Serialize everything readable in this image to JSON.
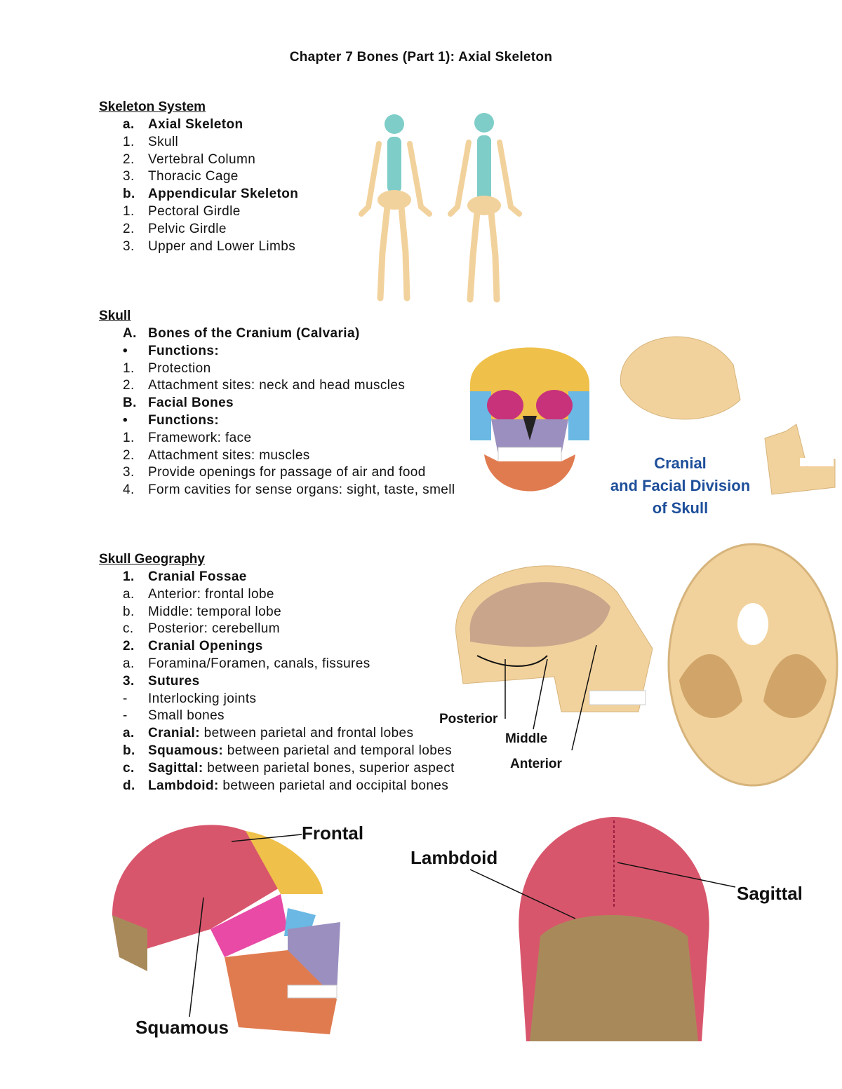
{
  "title": "Chapter 7 Bones (Part 1): Axial Skeleton",
  "sections": {
    "skeleton_system": {
      "heading": "Skeleton System",
      "items": [
        {
          "marker": "a.",
          "text": "Axial Skeleton",
          "bold": true
        },
        {
          "marker": "1.",
          "text": "Skull"
        },
        {
          "marker": "2.",
          "text": "Vertebral Column"
        },
        {
          "marker": "3.",
          "text": "Thoracic Cage"
        },
        {
          "marker": "b.",
          "text": "Appendicular Skeleton",
          "bold": true
        },
        {
          "marker": "1.",
          "text": "Pectoral Girdle"
        },
        {
          "marker": "2.",
          "text": "Pelvic Girdle"
        },
        {
          "marker": "3.",
          "text": "Upper and Lower Limbs"
        }
      ]
    },
    "skull": {
      "heading": "Skull",
      "items": [
        {
          "marker": "A.",
          "text": "Bones of the Cranium (Calvaria)",
          "bold": true
        },
        {
          "marker": "•",
          "text": "Functions:",
          "bold": true
        },
        {
          "marker": "1.",
          "text": "Protection"
        },
        {
          "marker": "2.",
          "text": "Attachment sites: neck and head muscles"
        },
        {
          "marker": "B.",
          "text": "Facial Bones",
          "bold": true
        },
        {
          "marker": "•",
          "text": "Functions:",
          "bold": true
        },
        {
          "marker": "1.",
          "text": "Framework: face"
        },
        {
          "marker": "2.",
          "text": "Attachment sites: muscles"
        },
        {
          "marker": "3.",
          "text": "Provide openings for passage of air and food"
        },
        {
          "marker": "4.",
          "text": "Form cavities for sense organs: sight, taste, smell"
        }
      ]
    },
    "skull_geography": {
      "heading": "Skull Geography",
      "items": [
        {
          "marker": "1.",
          "text": "Cranial Fossae",
          "bold": true
        },
        {
          "marker": "a.",
          "text": "Anterior: frontal lobe"
        },
        {
          "marker": "b.",
          "text": "Middle: temporal lobe"
        },
        {
          "marker": "c.",
          "text": "Posterior: cerebellum"
        },
        {
          "marker": "2.",
          "text": "Cranial Openings",
          "bold": true
        },
        {
          "marker": "a.",
          "text": "Foramina/Foramen, canals, fissures"
        },
        {
          "marker": "3.",
          "text": "Sutures",
          "bold": true
        },
        {
          "marker": "-",
          "text": "Interlocking joints"
        },
        {
          "marker": "-",
          "text": "Small bones"
        },
        {
          "marker": "a.",
          "term": "Cranial:",
          "text": " between parietal and frontal lobes"
        },
        {
          "marker": "b.",
          "term": "Squamous:",
          "text": " between parietal and temporal lobes"
        },
        {
          "marker": "c.",
          "term": "Sagittal:",
          "text": " between parietal bones, superior aspect"
        },
        {
          "marker": "d.",
          "term": "Lambdoid:",
          "text": " between parietal and occipital bones"
        }
      ]
    }
  },
  "figures": {
    "cranial_facial_caption": [
      "Cranial",
      "and Facial Division",
      "of Skull"
    ],
    "fossae_labels": {
      "posterior": "Posterior",
      "middle": "Middle",
      "anterior": "Anterior"
    },
    "suture_labels": {
      "frontal": "Frontal",
      "squamous": "Squamous",
      "lambdoid": "Lambdoid",
      "sagittal": "Sagittal"
    }
  },
  "colors": {
    "bone": "#f2d29c",
    "axial": "#7ecdc8",
    "parietal": "#d8566c",
    "frontal": "#efc04a",
    "occipital": "#a88a5a",
    "mandible": "#e07b50",
    "sphenoid": "#e84aa6",
    "zygomatic": "#6ab8e3",
    "maxilla": "#9b8fbf",
    "caption": "#1e4f9a"
  }
}
